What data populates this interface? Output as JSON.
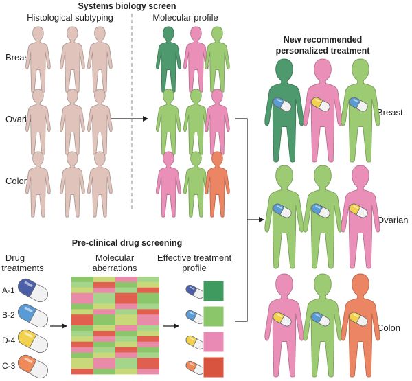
{
  "systems_screen": {
    "title": "Systems biology screen",
    "histological_label": "Histological subtyping",
    "molecular_label": "Molecular profile",
    "rows": [
      "Breast",
      "Ovarian",
      "Colon"
    ]
  },
  "treatment": {
    "title_line1": "New recommended",
    "title_line2": "personalized treatment",
    "rows": [
      "Breast",
      "Ovarian",
      "Colon"
    ]
  },
  "preclinical": {
    "title": "Pre-clinical drug screening",
    "drug_label_line1": "Drug",
    "drug_label_line2": "treatments",
    "aberr_label_line1": "Molecular",
    "aberr_label_line2": "aberrations",
    "effective_label_line1": "Effective treatment",
    "effective_label_line2": "profile",
    "drugs": [
      {
        "code": "A-1",
        "color": "#4a5fa8"
      },
      {
        "code": "B-2",
        "color": "#5b9bd5"
      },
      {
        "code": "D-4",
        "color": "#f2d14c"
      },
      {
        "code": "C-3",
        "color": "#ef8a5a"
      }
    ]
  },
  "colors": {
    "histo": "#e0c4bc",
    "dark_green": "#4e9a6e",
    "pink": "#e98fb8",
    "light_green": "#9ccb73",
    "orange": "#ec8563"
  }
}
